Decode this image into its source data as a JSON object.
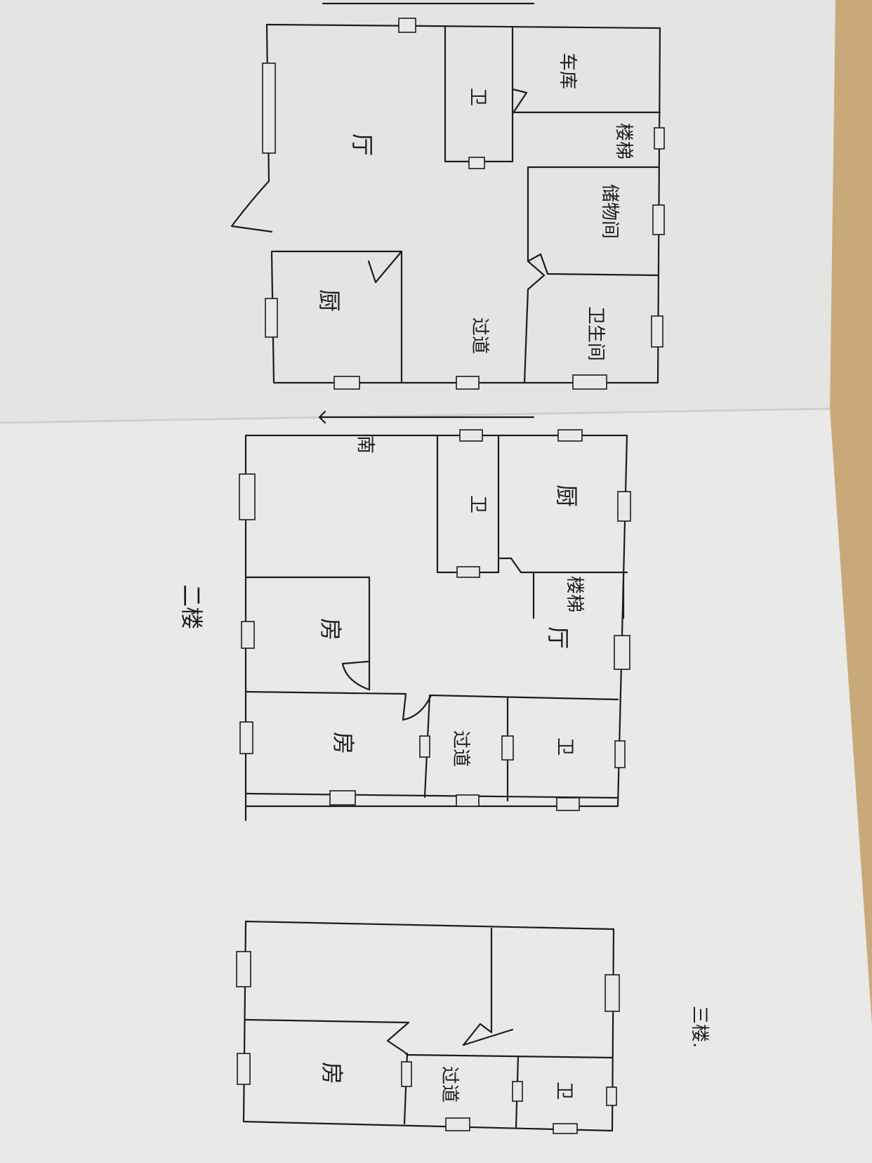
{
  "colors": {
    "paper": "#e6e6e4",
    "paper_shadow": "#d6d6d3",
    "table": "#c9a97a",
    "ink": "#1c1c1c"
  },
  "plans": {
    "plan1": {
      "rooms": {
        "hall": "厅",
        "wc": "卫",
        "garage": "车库",
        "stairs": "楼梯",
        "storage": "储物间",
        "kitchen": "厨",
        "corridor": "过道",
        "washroom": "卫生间"
      }
    },
    "plan2": {
      "title": "二楼",
      "compass": "南",
      "rooms": {
        "wc": "卫",
        "kitchen": "厨",
        "stairs": "楼梯",
        "hall": "厅",
        "room_a": "房",
        "room_b": "房",
        "corridor": "过道",
        "wc2": "卫"
      }
    },
    "plan3": {
      "title": "三楼.",
      "rooms": {
        "room": "房",
        "corridor": "过道",
        "wc": "卫"
      }
    }
  }
}
